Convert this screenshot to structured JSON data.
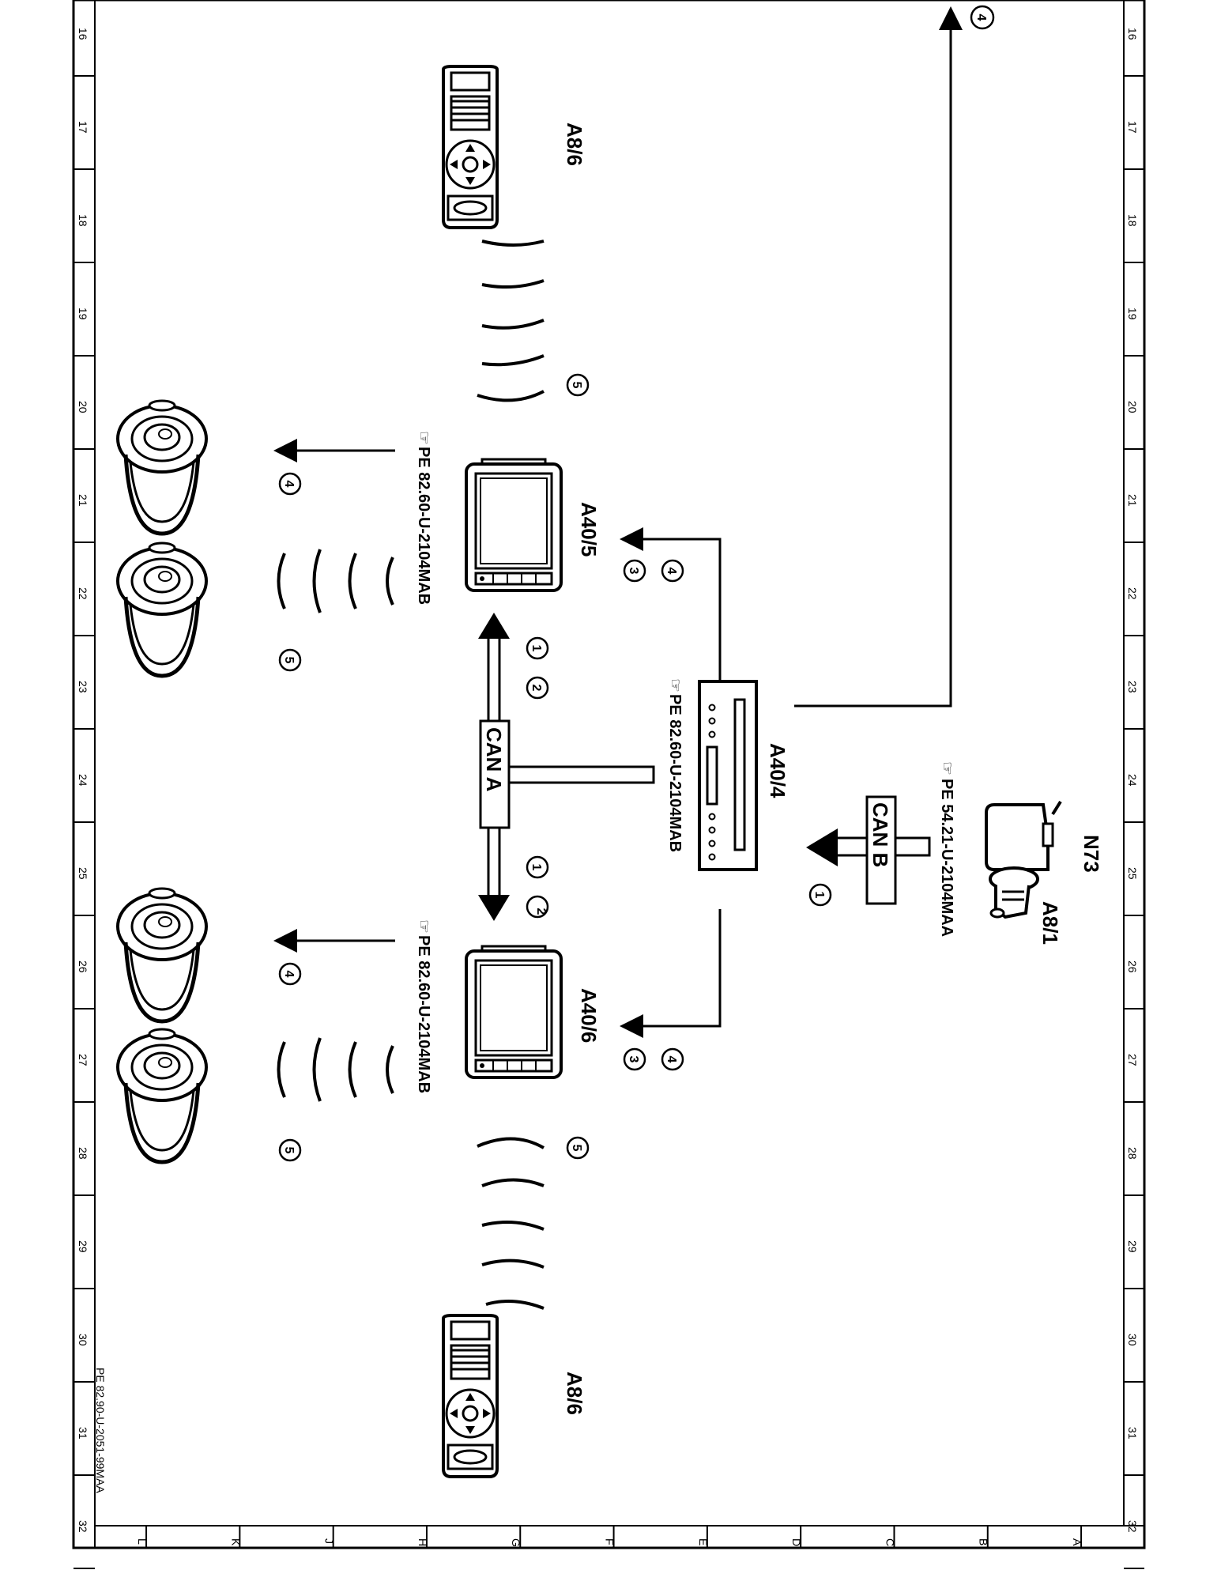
{
  "frame": {
    "left_numbers": [
      "16",
      "17",
      "18",
      "19",
      "20",
      "21",
      "22",
      "23",
      "24",
      "25",
      "26",
      "27",
      "28",
      "29",
      "30",
      "31",
      "32"
    ],
    "right_numbers": [
      "16",
      "17",
      "18",
      "19",
      "20",
      "21",
      "22",
      "23",
      "24",
      "25",
      "26",
      "27",
      "28",
      "29",
      "30",
      "31",
      "32"
    ],
    "bottom_letters": [
      "L",
      "K",
      "J",
      "H",
      "G",
      "F",
      "E",
      "D",
      "C",
      "B",
      "A"
    ]
  },
  "doc_ref": "PE 82.90-U-2051-99MAA",
  "components": {
    "remote_top": "A8/6",
    "remote_bottom": "A8/6",
    "monitor_left": "A40/5",
    "monitor_right": "A40/6",
    "dvd_player": "A40/4",
    "n73": "N73",
    "key": "A8/1"
  },
  "refs": {
    "monitor_left_ref": "PE 82.60-U-2104MAB",
    "monitor_right_ref": "PE 82.60-U-2104MAB",
    "dvd_ref": "PE 82.60-U-2104MAB",
    "n73_ref": "PE 54.21-U-2104MAA"
  },
  "bus": {
    "can_a": "CAN A",
    "can_b": "CAN B"
  },
  "markers": {
    "m4_top": "4",
    "m5_remote_top": "5",
    "m4_a405": "4",
    "m3_a405": "3",
    "m1_left": "1",
    "m2_left": "2",
    "m4_hp_left": "4",
    "m5_hp_left": "5",
    "m1_right": "1",
    "m2_right": "2",
    "m1_canb": "1",
    "m4_hp_right": "4",
    "m4_a406": "4",
    "m3_a406": "3",
    "m5_hp_right": "5",
    "m5_remote_bottom": "5"
  },
  "colors": {
    "ink": "#000000",
    "paper": "#ffffff"
  }
}
